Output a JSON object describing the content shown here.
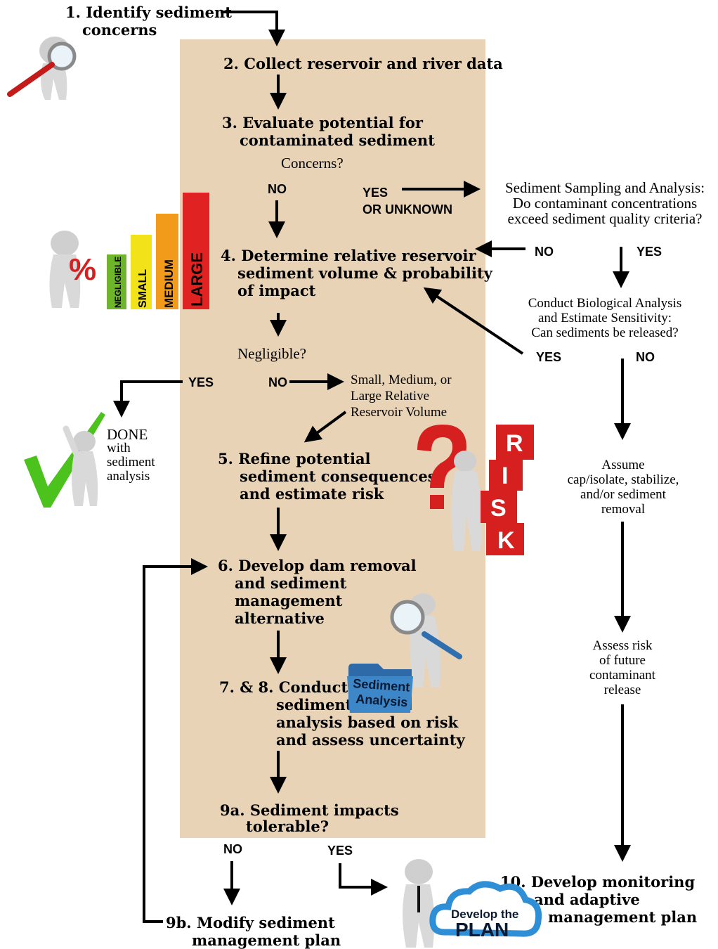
{
  "steps": {
    "s1": [
      "1. Identify sediment",
      "concerns"
    ],
    "s2": [
      "2. Collect reservoir and river data"
    ],
    "s3": [
      "3. Evaluate potential for",
      "contaminated sediment"
    ],
    "s4": [
      "4. Determine relative reservoir",
      "sediment volume & probability",
      "of impact"
    ],
    "s5": [
      "5. Refine potential",
      "sediment consequences",
      "and estimate risk"
    ],
    "s6": [
      "6. Develop dam removal",
      "and sediment",
      "management",
      "alternative"
    ],
    "s78": [
      "7. & 8. Conduct",
      "sediment",
      "analysis based on risk",
      "and assess uncertainty"
    ],
    "s9a": [
      "9a. Sediment impacts",
      "tolerable?"
    ],
    "s9b": [
      "9b. Modify sediment",
      "management plan"
    ],
    "s10": [
      "10. Develop monitoring",
      "and adaptive",
      "management plan"
    ]
  },
  "questions": {
    "concerns": "Concerns?",
    "negligible": "Negligible?"
  },
  "right_branch": {
    "sampling": [
      "Sediment Sampling and Analysis:",
      "Do contaminant concentrations",
      "exceed sediment quality criteria?"
    ],
    "biological": [
      "Conduct Biological Analysis",
      "and Estimate Sensitivity:",
      "Can sediments be released?"
    ],
    "assume": [
      "Assume",
      "cap/isolate, stabilize,",
      "and/or sediment",
      "removal"
    ],
    "assess": [
      "Assess risk",
      "of future",
      "contaminant",
      "release"
    ],
    "relative_volume": [
      "Small, Medium, or",
      "Large Relative",
      "Reservoir Volume"
    ],
    "done": [
      "DONE",
      "with",
      "sediment",
      "analysis"
    ]
  },
  "decisions": {
    "no": "NO",
    "yes": "YES",
    "yes_or_unknown": [
      "YES",
      "OR UNKNOWN"
    ]
  },
  "graphics": {
    "bar_labels": [
      "NEGLIGIBLE",
      "SMALL",
      "MEDIUM",
      "LARGE"
    ],
    "percent": "%",
    "risk_letters": [
      "R",
      "I",
      "S",
      "K"
    ],
    "folder_label": [
      "Sediment",
      "Analysis"
    ],
    "cloud_label": [
      "Develop the",
      "PLAN"
    ]
  },
  "colors": {
    "panel": "#e9d3b6",
    "bar_negligible": "#6fb52c",
    "bar_small": "#f2e21a",
    "bar_medium": "#f29b1a",
    "bar_large": "#e02222",
    "risk_red": "#d61f1f",
    "check_green": "#4cc21c",
    "folder_blue": "#3d87c9",
    "cloud_blue": "#2f8fd6"
  }
}
